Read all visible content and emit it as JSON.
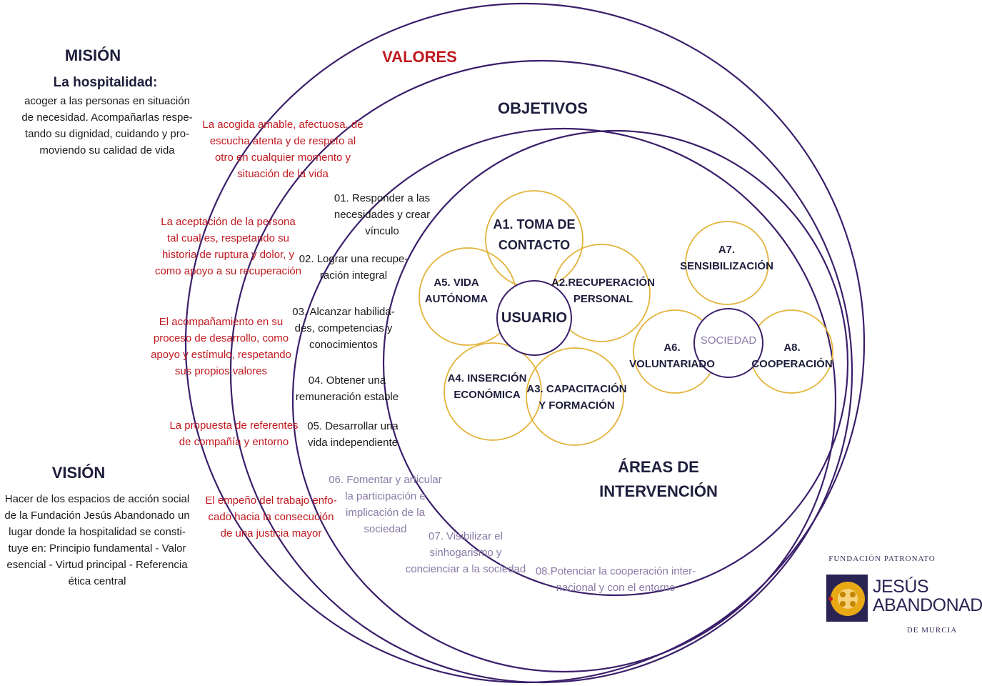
{
  "mision": {
    "title": "MISIÓN",
    "subtitle": "La hospitalidad:",
    "lines": [
      "acoger a las personas en situación",
      "de necesidad. Acompañarlas respe-",
      "tando su dignidad, cuidando y pro-",
      "moviendo su calidad de vida"
    ]
  },
  "vision": {
    "title": "VISIÓN",
    "lines": [
      "Hacer de los espacios de acción social",
      "de la Fundación Jesús Abandonado un",
      "lugar donde la hospitalidad se consti-",
      "tuye en: Principio fundamental - Valor",
      "esencial - Virtud principal - Referencia",
      "ética central"
    ]
  },
  "valores": {
    "title": "VALORES",
    "items": [
      [
        "La acogida amable, afectuosa, de",
        "escucha atenta y de respeto al",
        "otro en cualquier momento y",
        "situación de la vida"
      ],
      [
        "La aceptación de la persona",
        "tal cual es, respetando su",
        "historia de ruptura y dolor, y",
        "como apoyo a su recuperación"
      ],
      [
        "El acompañamiento en su",
        "proceso de desarrollo, como",
        "apoyo y estímulo, respetando",
        "sus propios valores"
      ],
      [
        "La propuesta de referentes",
        "de compañía y entorno"
      ],
      [
        "El empeño del trabajo enfo-",
        "cado hacia la consecución",
        "de una justicia mayor"
      ]
    ]
  },
  "objetivos": {
    "title": "OBJETIVOS",
    "items": [
      [
        "01. Responder a las",
        "necesidades y crear",
        "vínculo"
      ],
      [
        "02. Lograr una recupe-",
        "ración integral"
      ],
      [
        "03. Alcanzar habilida-",
        "des, competencias y",
        "conocimientos"
      ],
      [
        "04. Obtener una",
        "remuneración estable"
      ],
      [
        "05. Desarrollar una",
        "vida independiente"
      ],
      [
        "06. Fomentar y articular",
        "la participación e",
        "implicación de la",
        "sociedad"
      ],
      [
        "07. Visibilizar el",
        "sinhogarismo y",
        "concienciar a la sociedad"
      ],
      [
        "08.Potenciar la cooperación inter-",
        "nacional y con el entorno"
      ]
    ]
  },
  "areas": {
    "title_lines": [
      "ÁREAS DE",
      "INTERVENCIÓN"
    ],
    "center": "USUARIO",
    "sociedad": "SOCIEDAD",
    "a1": [
      "A1. TOMA DE",
      "CONTACTO"
    ],
    "a2": [
      "A2.RECUPERACIÓN",
      "PERSONAL"
    ],
    "a3": [
      "A3. CAPACITACIÓN",
      "Y FORMACIÓN"
    ],
    "a4": [
      "A4. INSERCIÓN",
      "ECONÓMICA"
    ],
    "a5": [
      "A5. VIDA",
      "AUTÓNOMA"
    ],
    "a6": [
      "A6.",
      "VOLUNTARIADO"
    ],
    "a7": [
      "A7.",
      "SENSIBILIZACIÓN"
    ],
    "a8": [
      "A8.",
      "COOPERACIÓN"
    ]
  },
  "logo": {
    "top": "FUNDACIÓN PATRONATO",
    "name_lines": [
      "JESÚS",
      "ABANDONADO"
    ],
    "bottom": "DE MURCIA"
  },
  "colors": {
    "purple": "#3b1f6b",
    "gold": "#e3b33a",
    "red": "#c0191f",
    "navy": "#1e1e3c"
  }
}
